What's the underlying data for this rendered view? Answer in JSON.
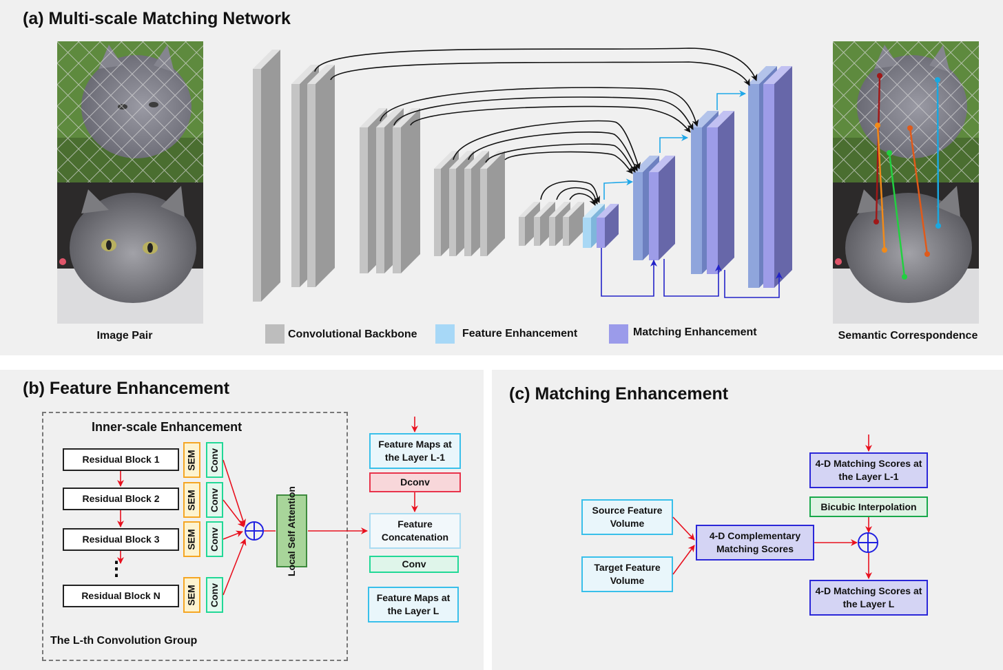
{
  "panel_a": {
    "title": "(a) Multi-scale Matching Network",
    "image_pair_caption": "Image Pair",
    "semantic_caption": "Semantic Correspondence",
    "legend": [
      {
        "label": "Convolutional Backbone",
        "color": "#bdbdbd"
      },
      {
        "label": "Feature Enhancement",
        "color": "#a7d8f7"
      },
      {
        "label": "Matching Enhancement",
        "color": "#9b9bea"
      }
    ]
  },
  "panel_b": {
    "title": "(b) Feature Enhancement",
    "inner_title": "Inner-scale Enhancement",
    "group_caption": "The L-th Convolution Group",
    "residual_blocks": [
      "Residual Block  1",
      "Residual Block  2",
      "Residual Block  3",
      "Residual Block  N"
    ],
    "ellipsis": "⋮",
    "sem_label": "SEM",
    "conv_label": "Conv",
    "lsa_label": "Local Self\nAttention",
    "fm_prev": "Feature Maps at\nthe Layer L-1",
    "dconv": "Dconv",
    "concat": "Feature\nConcatenation",
    "conv": "Conv",
    "fm_curr": "Feature Maps at\nthe Layer L"
  },
  "panel_c": {
    "title": "(c) Matching Enhancement",
    "source": "Source Feature\nVolume",
    "target": "Target Feature\nVolume",
    "complementary": "4-D Complementary\nMatching Scores",
    "scores_prev": "4-D Matching Scores at\nthe Layer L-1",
    "bicubic": "Bicubic Interpolation",
    "scores_curr": "4-D Matching Scores at\nthe Layer L"
  }
}
